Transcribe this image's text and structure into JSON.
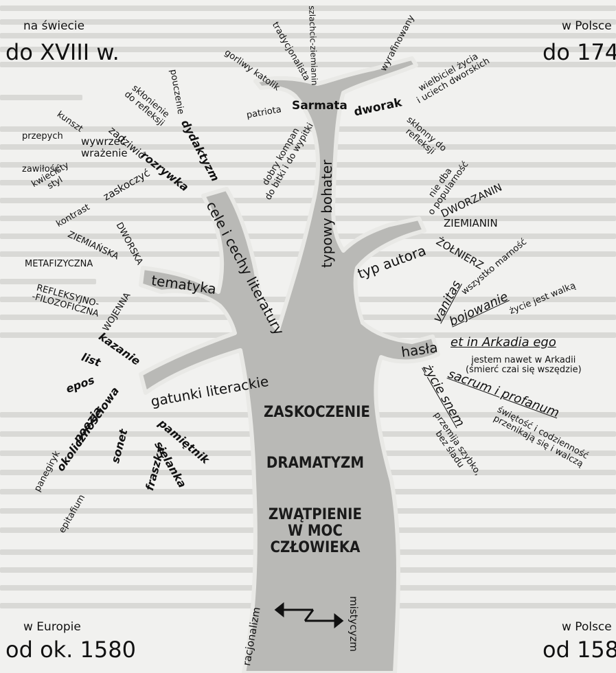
{
  "corners": {
    "top_left_small": "na świecie",
    "top_left_big": "do XVIII w.",
    "top_right_small": "w Polsce",
    "top_right_big": "do 174",
    "bottom_left_small": "w Europie",
    "bottom_left_big": "od ok. 1580",
    "bottom_right_small": "w Polsce",
    "bottom_right_big": "od 158"
  },
  "branches": {
    "cele": "cele i cechy literatury",
    "tematyka": "tematyka",
    "gatunki": "gatunki literackie",
    "typowy": "typowy bohater",
    "typ_autora": "typ autora",
    "hasla": "hasła"
  },
  "trunk": {
    "zaskoczenie": "ZASKOCZENIE",
    "dramatyzm": "DRAMATYZM",
    "zwatpienie": "ZWĄTPIENIE\nW MOC\nCZŁOWIEKA",
    "racjonalizm": "racjonalizm",
    "mistycyzm": "mistycyzm"
  },
  "cele_words": {
    "dydaktyzm": "dydaktyzm",
    "pouczenie": "pouczenie",
    "sklonienie": "skłonienie\ndo refleksji",
    "rozrywka": "rozrywka",
    "zadziwic": "zadziwić",
    "wywrzec": "wywrzeć\nwrażenie",
    "kunszt": "kunszt",
    "przepych": "przepych",
    "zawilosc": "zawiłość",
    "kwiecisty": "kwiecisty\nstyl",
    "kontrast": "kontrast",
    "zaskoczyc": "zaskoczyć"
  },
  "tematyka_words": {
    "dworska": "DWORSKA",
    "ziemianska": "ZIEMIAŃSKA",
    "metafizyczna": "METAFIZYCZNA",
    "refleksyjno": "REFLEKSYJNO-\n-FILOZOFICZNA",
    "wojenna": "WOJENNA"
  },
  "gatunki_words": {
    "kazanie": "kazanie",
    "list": "list",
    "epos": "epos",
    "poezja": "poezja",
    "okolicznosciowa": "okolicznościowa",
    "panegiryk": "panegiryk",
    "epitafium": "epitafium",
    "sonet": "sonet",
    "fraszka": "fraszka",
    "pamietnik": "pamiętnik",
    "sielanka": "sielanka"
  },
  "bohater_words": {
    "gorliwy": "gorliwy katolik",
    "tradycjonalista": "tradycjonalista",
    "szlachcic": "szlachcic-ziemianin",
    "wyrafinowany": "wyrafinowany",
    "wielbiciel": "wielbiciel życia\ni uciech dworskich",
    "patriota": "patriota",
    "sarmata": "Sarmata",
    "dworak": "dworak",
    "sklonny": "skłonny do\nrefleksji",
    "dobry": "dobry kompan\ndo bitki i do wypitki"
  },
  "autor_words": {
    "nie_dba": "nie dba\no popularność",
    "dworzanin": "DWORZANIN",
    "ziemianin": "ZIEMIANIN",
    "zolnierz": "ŻOŁNIERZ"
  },
  "hasla_words": {
    "vanitas": "vanitas",
    "wszystko": "wszystko marność",
    "bojowanie": "bojowanie",
    "zycie_walka": "życie jest walką",
    "arkadia": "et in Arkadia ego",
    "jestem": "jestem nawet w Arkadii\n(śmierć czai się wszędzie)",
    "sacrum": "sacrum i profanum",
    "swietosc": "świętość i codzienność\nprzenikają się i walczą",
    "zycie_snem": "życie snem",
    "przemija": "przemija szybko,\nbez śladu"
  },
  "colors": {
    "tree_fill": "#b9b9b6",
    "tree_outline": "#e9e9e6",
    "background": "#f1f1ef"
  }
}
